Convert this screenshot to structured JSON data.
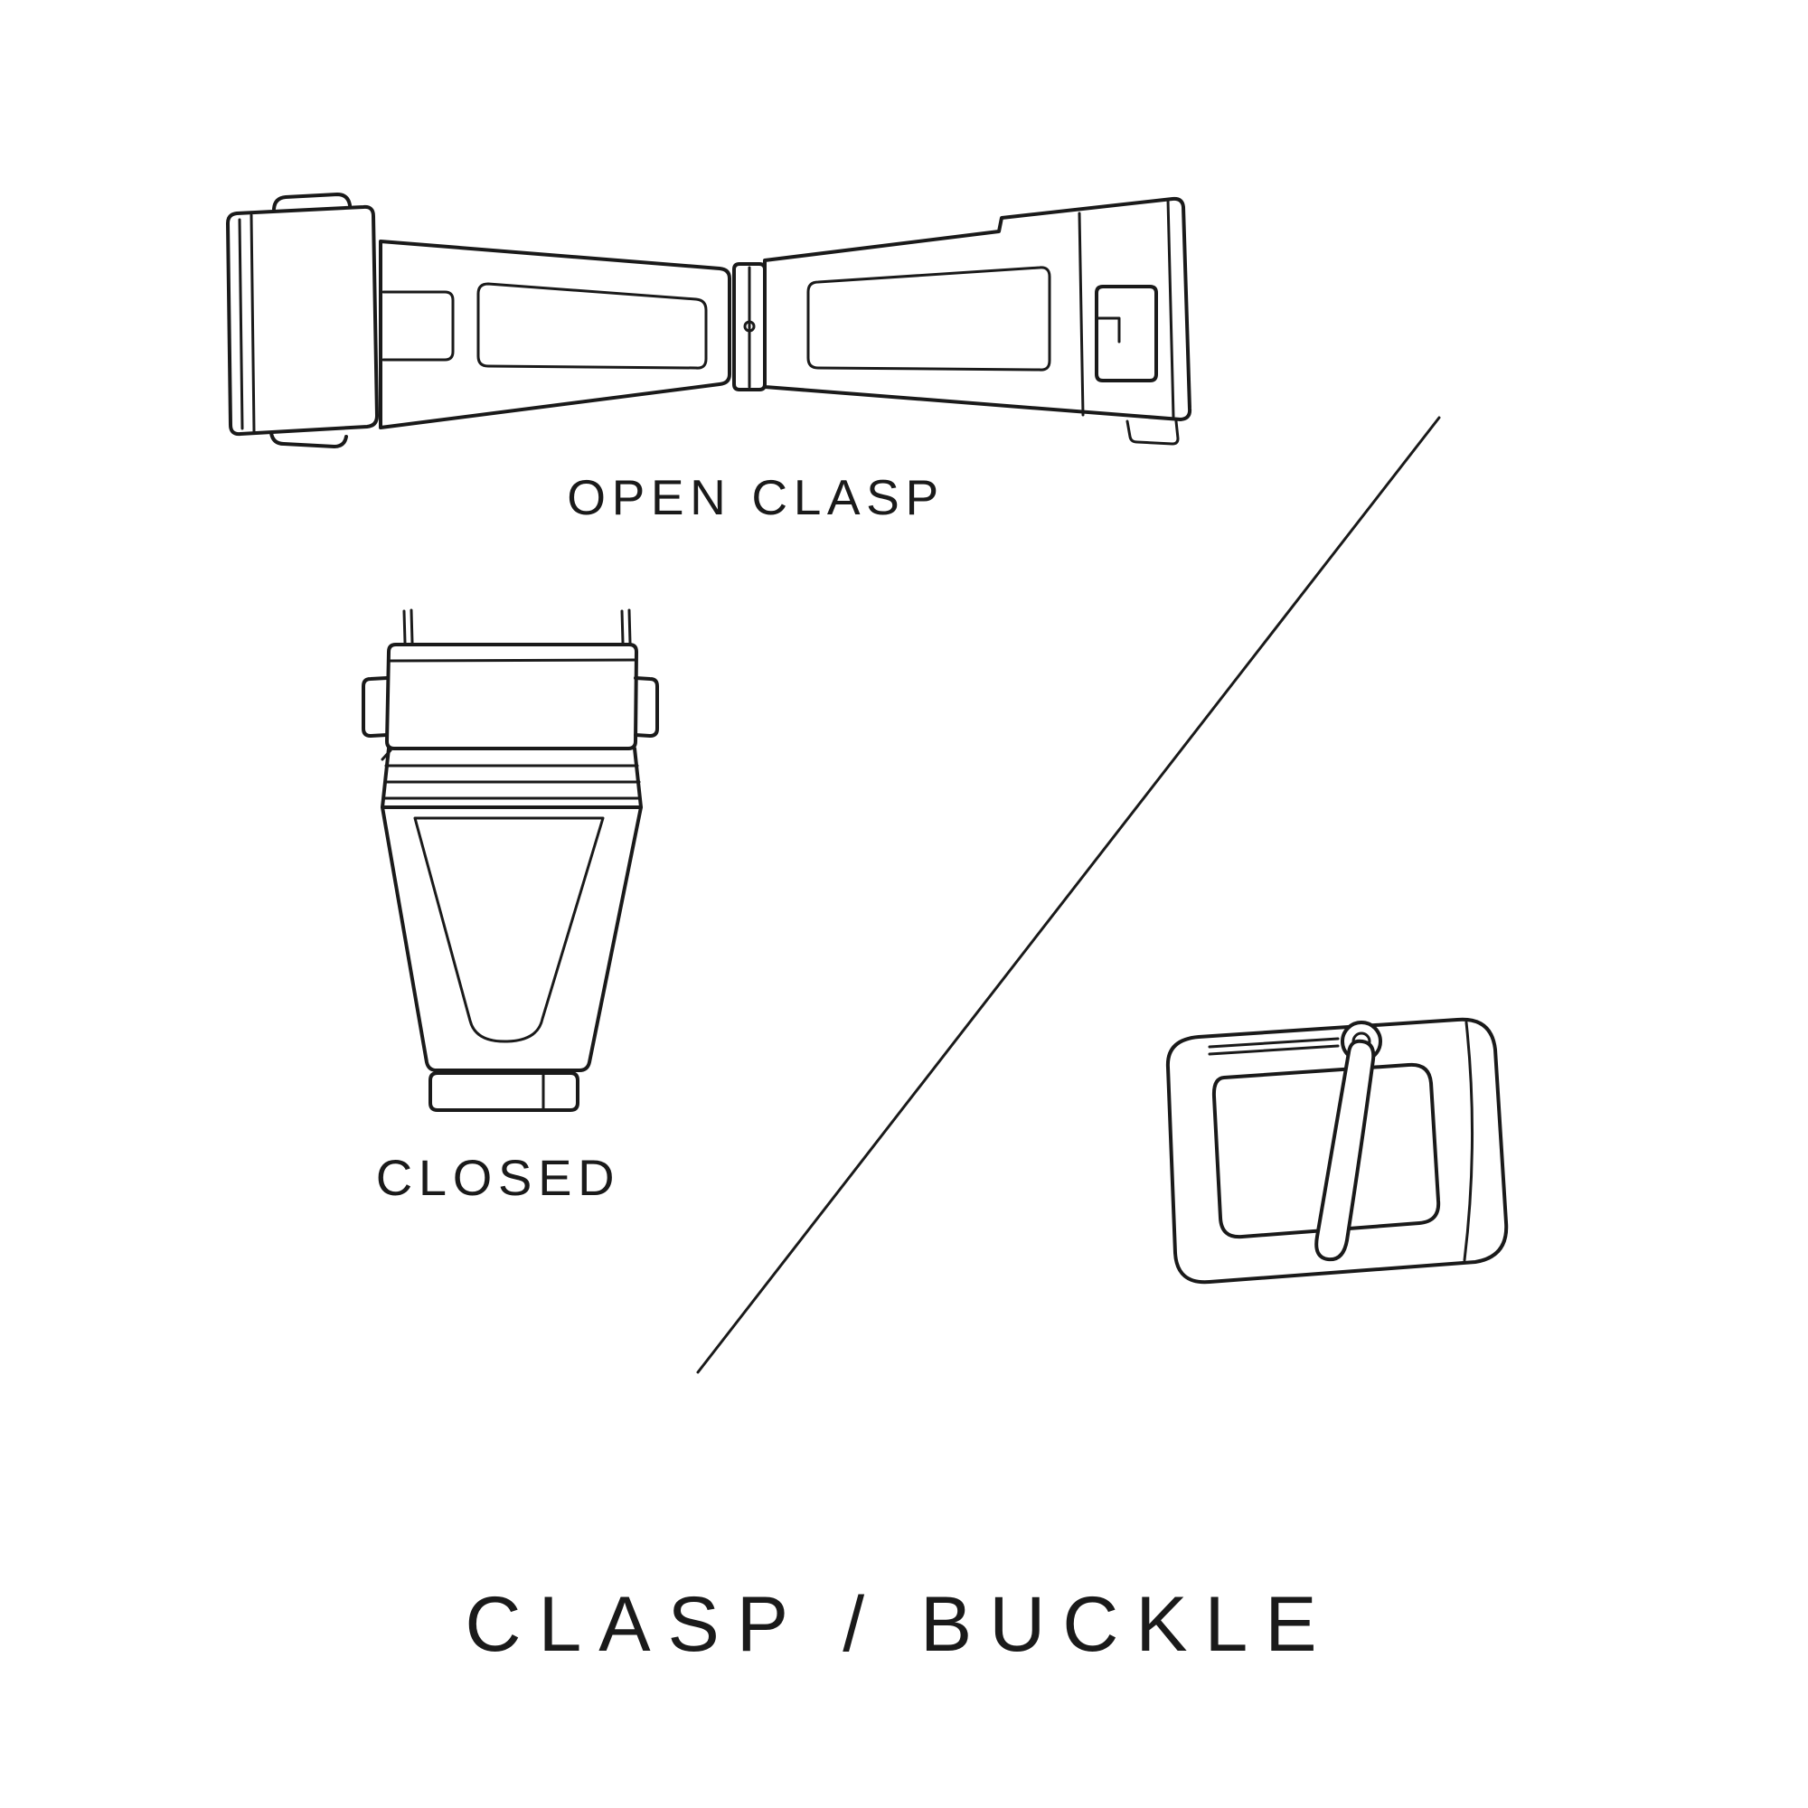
{
  "page": {
    "background": "#ffffff",
    "ink": "#1a1a1a"
  },
  "figures": {
    "open_clasp": {
      "label": "OPEN CLASP"
    },
    "closed_clasp": {
      "label": "CLOSED"
    },
    "pin_buckle": {
      "label": ""
    }
  },
  "title": "CLASP / BUCKLE"
}
